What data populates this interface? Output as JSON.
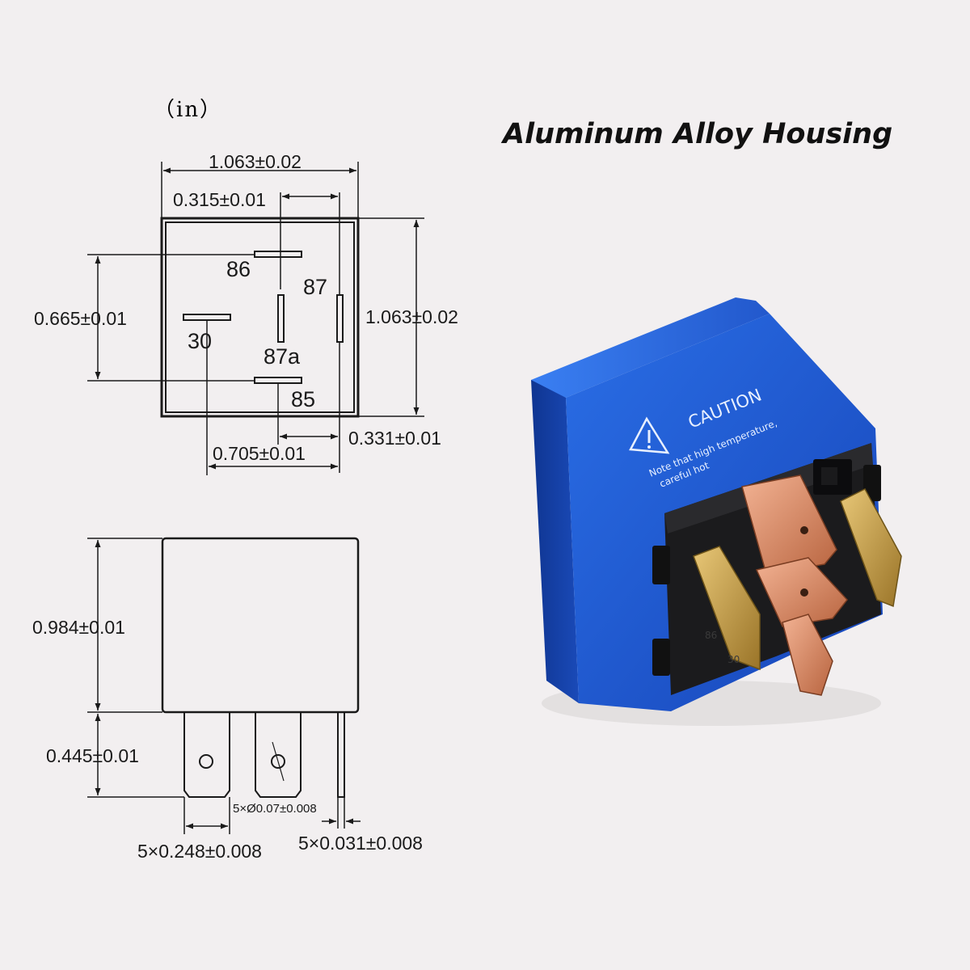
{
  "unit_label": "（in）",
  "heading": "Aluminum Alloy Housing",
  "top_view": {
    "width": "1.063±0.02",
    "pin_offset": "0.315±0.01",
    "height": "1.063±0.02",
    "pin_span": "0.665±0.01",
    "pin_85_offset": "0.331±0.01",
    "pin_30_offset": "0.705±0.01",
    "pins": [
      "86",
      "87",
      "30",
      "87a",
      "85"
    ]
  },
  "side_view": {
    "body_height": "0.984±0.01",
    "terminal_length": "0.445±0.01",
    "hole_diameter": "5×Ø0.07±0.008",
    "terminal_width": "5×0.248±0.008",
    "terminal_thickness": "5×0.031±0.008"
  },
  "product": {
    "color": "#1f5fd6",
    "caution_title": "CAUTION",
    "caution_line1": "Note that high temperature,",
    "caution_line2": "careful hot",
    "terminal_marks": [
      "86",
      "30"
    ],
    "warning_icon": "warning-triangle-icon"
  },
  "colors": {
    "background": "#f2eff0",
    "line": "#1a1a1a",
    "housing_blue": "#1f5fd6",
    "copper": "#d98d6a",
    "brass": "#c9a24a"
  }
}
